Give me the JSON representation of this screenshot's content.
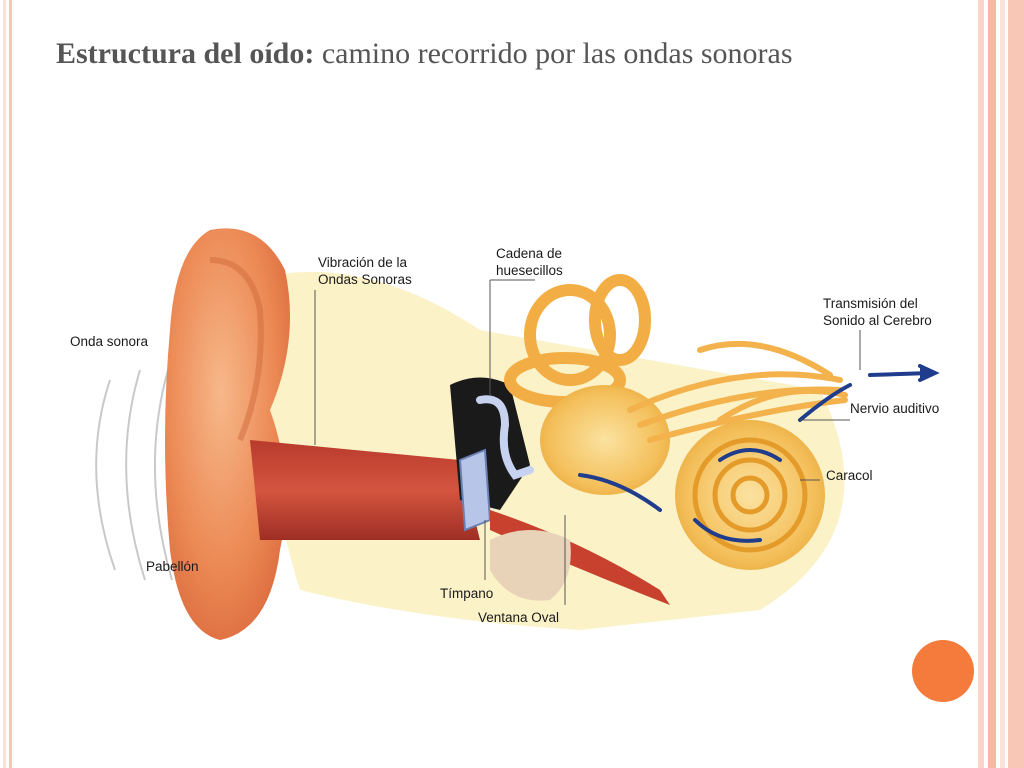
{
  "slide": {
    "title_bold": "Estructura del oído:",
    "title_rest": " camino recorrido por las ondas sonoras"
  },
  "diagram": {
    "labels": {
      "onda_sonora": "Onda sonora",
      "vibracion": "Vibración de la\nOndas Sonoras",
      "cadena": "Cadena de\nhuesecillos",
      "transmision": "Transmisión  del\nSonido al Cerebro",
      "nervio": "Nervio auditivo",
      "caracol": "Caracol",
      "pabellon": "Pabellón",
      "timpano": "Tímpano",
      "ventana": "Ventana Oval"
    }
  },
  "colors": {
    "accent": "#f47b3c",
    "title_text": "#555555",
    "border_pink": "#f6b7a3"
  }
}
